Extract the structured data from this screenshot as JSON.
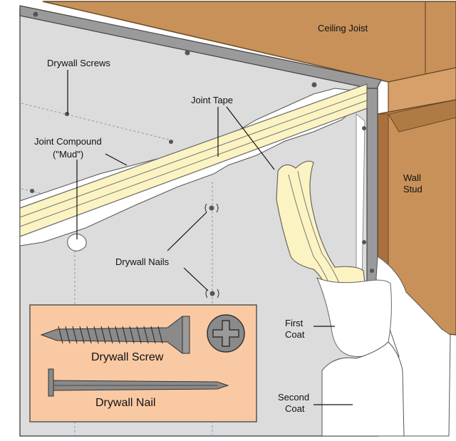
{
  "labels": {
    "ceiling_joist": "Ceiling Joist",
    "drywall_screws": "Drywall Screws",
    "joint_tape": "Joint Tape",
    "joint_compound_1": "Joint Compound",
    "joint_compound_2": "(\"Mud\")",
    "wall_stud_1": "Wall",
    "wall_stud_2": "Stud",
    "drywall_nails": "Drywall Nails",
    "first_coat_1": "First",
    "first_coat_2": "Coat",
    "second_coat_1": "Second",
    "second_coat_2": "Coat",
    "drywall_screw": "Drywall Screw",
    "drywall_nail": "Drywall Nail"
  },
  "colors": {
    "wood": "#c8915a",
    "wood_dark": "#a8703c",
    "drywall": "#dcdcdc",
    "tape": "#fbf3c2",
    "mud": "#ffffff",
    "inset_bg": "#f9c9a3",
    "metal": "#8a8a8a"
  }
}
